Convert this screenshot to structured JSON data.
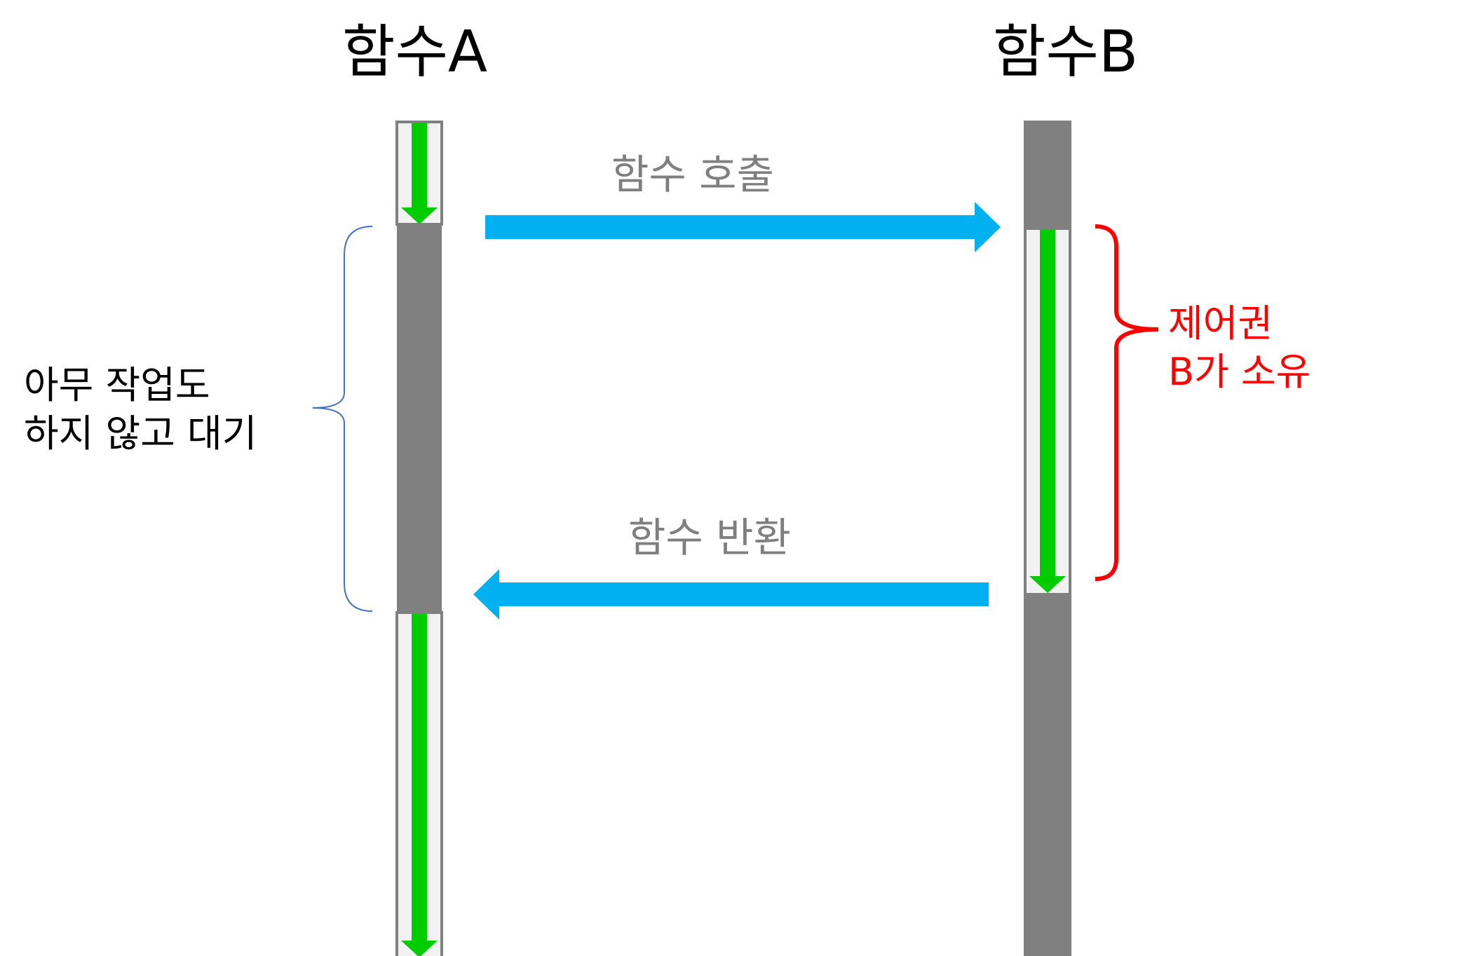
{
  "labels": {
    "function_a": "함수A",
    "function_b": "함수B",
    "call": "함수 호출",
    "return": "함수 반환",
    "wait_line1": "아무 작업도",
    "wait_line2": "하지 않고 대기",
    "control_line1": "제어권",
    "control_line2": "B가 소유"
  },
  "colors": {
    "idle_bar": "#808080",
    "active_bar_bg": "#f2f2f2",
    "active_arrow": "#00cc00",
    "message_arrow": "#00b0f0",
    "wait_brace": "#4472c4",
    "control_brace": "#ff0000",
    "label_gray": "#7f7f7f"
  }
}
